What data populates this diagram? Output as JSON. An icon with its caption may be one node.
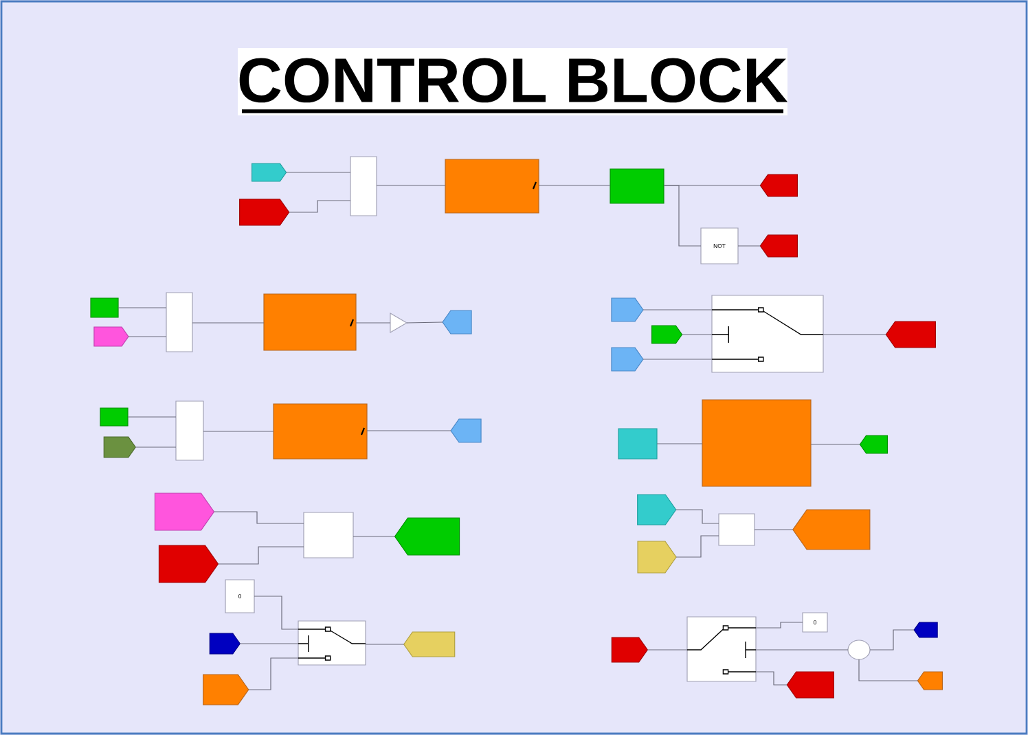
{
  "diagram": {
    "title": "CONTROL BLOCK",
    "nodes": [
      {
        "text": [],
        "shape": "tag"
      },
      {
        "text": [],
        "shape": "tag"
      },
      {
        "text": [],
        "shape": "box"
      },
      {
        "text": [],
        "shape": "box"
      },
      {
        "text": [],
        "shape": "box"
      },
      {
        "text": [],
        "shape": "tag"
      },
      {
        "text": [
          "NOT"
        ]
      },
      {
        "text": [],
        "shape": "tag"
      },
      {
        "text": [],
        "shape": "box"
      },
      {
        "text": [],
        "shape": "tag"
      },
      {
        "text": [],
        "shape": "box"
      },
      {
        "text": [],
        "shape": "box"
      },
      {
        "text": [],
        "shape": "triangle"
      },
      {
        "text": [],
        "shape": "tag"
      },
      {
        "text": [],
        "shape": "box"
      },
      {
        "text": [],
        "shape": "tag"
      },
      {
        "text": [],
        "shape": "box"
      },
      {
        "text": [],
        "shape": "box"
      },
      {
        "text": [],
        "shape": "tag"
      },
      {
        "text": [],
        "shape": "tag"
      },
      {
        "text": [],
        "shape": "tag"
      },
      {
        "text": [],
        "shape": "tag"
      },
      {
        "text": [],
        "shape": "box"
      },
      {
        "text": [],
        "shape": "tag"
      },
      {
        "text": [],
        "shape": "box"
      },
      {
        "text": [],
        "shape": "box"
      },
      {
        "text": [],
        "shape": "tag"
      },
      {
        "text": [],
        "shape": "tag"
      },
      {
        "text": [],
        "shape": "tag"
      },
      {
        "text": [],
        "shape": "box"
      },
      {
        "text": [],
        "shape": "tag"
      },
      {
        "text": [
          "0"
        ]
      },
      {
        "text": [],
        "shape": "tag"
      },
      {
        "text": [],
        "shape": "tag"
      },
      {
        "text": [],
        "shape": "box"
      },
      {
        "text": [],
        "shape": "tag"
      },
      {
        "text": [],
        "shape": "tag"
      },
      {
        "text": [],
        "shape": "tag"
      },
      {
        "text": [],
        "shape": "box"
      },
      {
        "text": [],
        "shape": "tag"
      },
      {
        "text": [],
        "shape": "tag"
      },
      {
        "text": [],
        "shape": "box"
      },
      {
        "text": [
          "0"
        ]
      },
      {
        "text": [],
        "shape": "circle"
      },
      {
        "text": [],
        "shape": "tag"
      },
      {
        "text": [],
        "shape": "tag"
      },
      {
        "text": [],
        "shape": "tag"
      }
    ],
    "edges": [
      {
        "from": 0,
        "to": 2,
        "arrow": "none"
      },
      {
        "from": 1,
        "to": 2,
        "arrow": "none"
      },
      {
        "from": 2,
        "to": 3,
        "arrow": "none"
      },
      {
        "from": 3,
        "to": 4,
        "arrow": "none"
      },
      {
        "from": 4,
        "to": 5,
        "arrow": "none"
      },
      {
        "from": 4,
        "to": 6,
        "arrow": "none"
      },
      {
        "from": 6,
        "to": 7,
        "arrow": "none"
      },
      {
        "from": 8,
        "to": 10,
        "arrow": "none"
      },
      {
        "from": 9,
        "to": 10,
        "arrow": "none"
      },
      {
        "from": 10,
        "to": 11,
        "arrow": "none"
      },
      {
        "from": 11,
        "to": 12,
        "arrow": "none"
      },
      {
        "from": 12,
        "to": 13,
        "arrow": "none"
      },
      {
        "from": 14,
        "to": 16,
        "arrow": "none"
      },
      {
        "from": 15,
        "to": 16,
        "arrow": "none"
      },
      {
        "from": 16,
        "to": 17,
        "arrow": "none"
      },
      {
        "from": 17,
        "to": 18,
        "arrow": "none"
      },
      {
        "from": 19,
        "to": 22,
        "arrow": "none"
      },
      {
        "from": 20,
        "to": 22,
        "arrow": "none"
      },
      {
        "from": 21,
        "to": 22,
        "arrow": "none"
      },
      {
        "from": 22,
        "to": 23,
        "arrow": "none"
      },
      {
        "from": 24,
        "to": 25,
        "arrow": "none"
      },
      {
        "from": 25,
        "to": 26,
        "arrow": "none"
      },
      {
        "from": 27,
        "to": 29,
        "arrow": "none"
      },
      {
        "from": 28,
        "to": 29,
        "arrow": "none"
      },
      {
        "from": 29,
        "to": 30,
        "arrow": "none"
      },
      {
        "from": 31,
        "to": 34,
        "arrow": "none"
      },
      {
        "from": 32,
        "to": 34,
        "arrow": "none"
      },
      {
        "from": 33,
        "to": 34,
        "arrow": "none"
      },
      {
        "from": 34,
        "to": 35,
        "arrow": "none"
      },
      {
        "from": 36,
        "to": 38,
        "arrow": "none"
      },
      {
        "from": 37,
        "to": 38,
        "arrow": "none"
      },
      {
        "from": 38,
        "to": 39,
        "arrow": "none"
      },
      {
        "from": 40,
        "to": 41,
        "arrow": "none"
      },
      {
        "from": 41,
        "to": 42,
        "arrow": "none"
      },
      {
        "from": 41,
        "to": 43,
        "arrow": "none"
      },
      {
        "from": 41,
        "to": 44,
        "arrow": "none"
      },
      {
        "from": 43,
        "to": 45,
        "arrow": "none"
      },
      {
        "from": 43,
        "to": 46,
        "arrow": "none"
      }
    ]
  }
}
